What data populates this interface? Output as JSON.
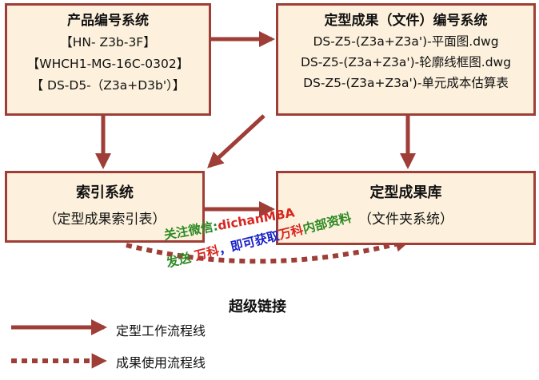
{
  "boxes": {
    "code_system": {
      "title": "产品编号系统",
      "lines": [
        "【HN- Z3b-3F】",
        "【WHCH1-MG-16C-0302】",
        "【 DS-D5-（Z3a+D3b'）】"
      ]
    },
    "result_code_system": {
      "title": "定型成果（文件）编号系统",
      "lines": [
        "DS-Z5-(Z3a+Z3a')-平面图.dwg",
        "DS-Z5-(Z3a+Z3a')-轮廓线框图.dwg",
        "DS-Z5-(Z3a+Z3a')-单元成本估算表"
      ]
    },
    "index_system": {
      "title": "索引系统",
      "subtitle": "（定型成果索引表）"
    },
    "result_library": {
      "title": "定型成果库",
      "subtitle": "（文件夹系统）"
    }
  },
  "watermark": {
    "line1_prefix": "关注微信:",
    "line1_account": "dichanMBA",
    "line2_part1": "发送",
    "line2_part2": "万科",
    "line2_part3": "，即可获取",
    "line2_part4": "万科",
    "line2_part5": "内部资料"
  },
  "legend": {
    "title": "超级链接",
    "solid_label": "定型工作流程线",
    "dotted_label": "成果使用流程线"
  },
  "colors": {
    "arrow": "#9e3e36",
    "box_fill": "#fdf1dd",
    "watermark_green": "#2e8b24",
    "watermark_red": "#d8261f",
    "watermark_blue": "#1a23c8"
  }
}
